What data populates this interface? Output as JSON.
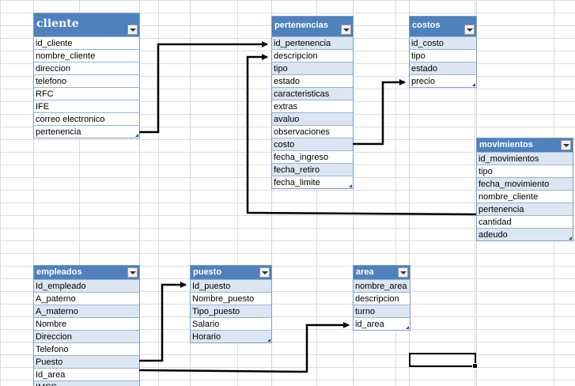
{
  "tables": [
    {
      "key": "cliente",
      "title": "cliente",
      "big": true,
      "band": "none",
      "rows": [
        "id_cliente",
        "nombre_cliente",
        "direccion",
        "telefono",
        "RFC",
        "IFE",
        "correo electronico",
        "pertenencia"
      ]
    },
    {
      "key": "pertenencias",
      "title": "pertenencias",
      "band": "odd",
      "rows": [
        "id_pertenencia",
        "descripcion",
        "tipo",
        "estado",
        "caracteristicas",
        "extras",
        "avaluo",
        "observaciones",
        "costo",
        "fecha_ingreso",
        "fecha_retiro",
        "fecha_limite"
      ]
    },
    {
      "key": "costos",
      "title": "costos",
      "band": "odd",
      "rows": [
        "id_costo",
        "tipo",
        "estado",
        "precio"
      ]
    },
    {
      "key": "movimientos",
      "title": "movimientos",
      "band": "odd",
      "rows": [
        "id_movimientos",
        "tipo",
        "fecha_movimiento",
        "nombre_cliente",
        "pertenencia",
        "cantidad",
        "adeudo"
      ]
    },
    {
      "key": "empleados",
      "title": "empleados",
      "band": "odd",
      "rows": [
        "Id_empleado",
        "A_paterno",
        "A_materno",
        "Nombre",
        "Direccion",
        "Telefono",
        "Puesto",
        "Id_area",
        "IMSS"
      ]
    },
    {
      "key": "puesto",
      "title": "puesto",
      "band": "odd",
      "rows": [
        "Id_puesto",
        "Nombre_puesto",
        "Tipo_puesto",
        "Salario",
        "Horario"
      ]
    },
    {
      "key": "area",
      "title": "area",
      "band": "odd",
      "rows": [
        "nombre_area",
        "descripcion",
        "turno",
        "id_area"
      ]
    }
  ],
  "colors": {
    "header": "#4f81bd",
    "band": "#dce6f1",
    "grid": "#dadcdd",
    "arrow": "#000000"
  },
  "icons": {
    "filter": "chevron-down-icon",
    "resize": "resize-handle-icon"
  }
}
